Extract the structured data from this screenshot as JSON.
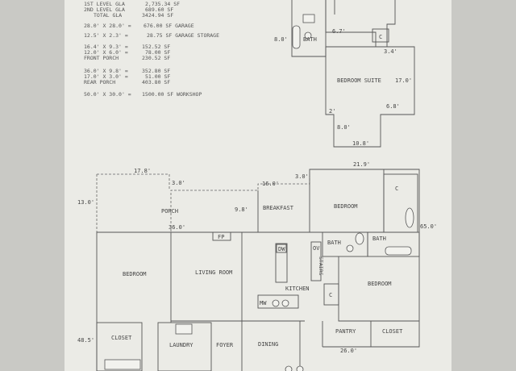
{
  "area_table": [
    {
      "label": "1ST LEVEL GLA",
      "value": "2,735.34 SF"
    },
    {
      "label": "2ND LEVEL GLA",
      "value": "689.60 SF"
    },
    {
      "label": "TOTAL GLA",
      "value": "3424.94 SF"
    },
    {
      "label": "28.0' X 28.0' =",
      "value": "676.00 SF GARAGE"
    },
    {
      "label": "12.5' X 2.3' =",
      "value": "28.75 SF GARAGE STORAGE"
    },
    {
      "label": "16.4' X 9.3' =",
      "value": "152.52 SF"
    },
    {
      "label": "12.0' X 6.0' =",
      "value": "78.00 SF"
    },
    {
      "label": "FRONT PORCH",
      "value": "230.52 SF"
    },
    {
      "label": "36.0' X 9.8' =",
      "value": "352.80 SF"
    },
    {
      "label": "17.0' X 3.0' =",
      "value": "51.00 SF"
    },
    {
      "label": "REAR PORCH",
      "value": "403.80 SF"
    },
    {
      "label": "50.0' X 30.0' =",
      "value": "1500.00 SF WORKSHOP"
    }
  ],
  "second_floor": {
    "rooms": {
      "bath": "BATH",
      "bedroom_suite": "BEDROOM SUITE",
      "closet": "C"
    },
    "dims": {
      "d8_0a": "8.0'",
      "d6_7": "6.7'",
      "d3_4": "3.4'",
      "d17_0": "17.0'",
      "d2": "2'",
      "d6_8": "6.8'",
      "d8_0b": "8.0'",
      "d10_8": "10.8'"
    }
  },
  "first_floor": {
    "rooms": {
      "porch": "PORCH",
      "breakfast": "BREAKFAST",
      "bedroom_ne": "BEDROOM",
      "closet_ne": "C",
      "bath_a": "BATH",
      "bath_b": "BATH",
      "fp": "FP",
      "bedroom_w": "BEDROOM",
      "living": "LIVING ROOM",
      "dw": "DW",
      "ov": "OV",
      "kitchen": "KITCHEN",
      "mw": "MW",
      "bedroom_se": "BEDROOM",
      "closet_c": "C",
      "closet_w": "CLOSET",
      "laundry": "LAUNDRY",
      "foyer": "FOYER",
      "dining": "DINING",
      "pantry": "PANTRY",
      "closet_se": "CLOSET",
      "stairs": "STAIRS"
    },
    "dims": {
      "d17_8": "17.8'",
      "d3_0a": "3.0'",
      "d16_0": "16.0'",
      "d3_0b": "3.0'",
      "d21_9": "21.9'",
      "d13_0": "13.0'",
      "d9_8": "9.8'",
      "d36_0": "36.0'",
      "d65_0": "65.0'",
      "d48_5": "48.5'",
      "d26_0": "26.0'"
    }
  }
}
